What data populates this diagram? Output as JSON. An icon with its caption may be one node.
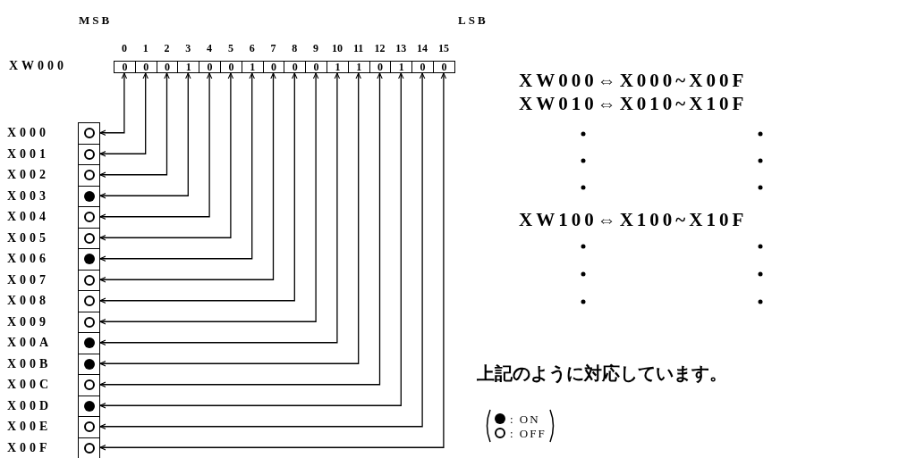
{
  "diagram": {
    "nodes": [
      {
        "text": [
          "0"
        ],
        "beside": [
          "0"
        ]
      },
      {
        "text": [
          "0"
        ],
        "beside": [
          "1"
        ]
      },
      {
        "text": [
          "0"
        ],
        "beside": [
          "2"
        ]
      },
      {
        "text": [
          "1"
        ],
        "beside": [
          "3"
        ]
      },
      {
        "text": [
          "0"
        ],
        "beside": [
          "4"
        ]
      },
      {
        "text": [
          "0"
        ],
        "beside": [
          "5"
        ]
      },
      {
        "text": [
          "1"
        ],
        "beside": [
          "6"
        ]
      },
      {
        "text": [
          "0"
        ],
        "beside": [
          "7"
        ]
      },
      {
        "text": [
          "0"
        ],
        "beside": [
          "8"
        ]
      },
      {
        "text": [
          "0"
        ],
        "beside": [
          "9"
        ]
      },
      {
        "text": [
          "1"
        ],
        "beside": [
          "10"
        ]
      },
      {
        "text": [
          "1"
        ],
        "beside": [
          "11"
        ]
      },
      {
        "text": [
          "0"
        ],
        "beside": [
          "12"
        ]
      },
      {
        "text": [
          "1"
        ],
        "beside": [
          "13"
        ]
      },
      {
        "text": [
          "0"
        ],
        "beside": [
          "14"
        ]
      },
      {
        "text": [
          "0"
        ],
        "beside": [
          "15"
        ]
      },
      {
        "text": [],
        "shape": "circle",
        "beside": [
          "X000"
        ]
      },
      {
        "text": [],
        "shape": "circle",
        "beside": [
          "X001"
        ]
      },
      {
        "text": [],
        "shape": "circle",
        "beside": [
          "X002"
        ]
      },
      {
        "text": [],
        "shape": "dot",
        "beside": [
          "X003"
        ]
      },
      {
        "text": [],
        "shape": "circle",
        "beside": [
          "X004"
        ]
      },
      {
        "text": [],
        "shape": "circle",
        "beside": [
          "X005"
        ]
      },
      {
        "text": [],
        "shape": "dot",
        "beside": [
          "X006"
        ]
      },
      {
        "text": [],
        "shape": "circle",
        "beside": [
          "X007"
        ]
      },
      {
        "text": [],
        "shape": "circle",
        "beside": [
          "X008"
        ]
      },
      {
        "text": [],
        "shape": "circle",
        "beside": [
          "X009"
        ]
      },
      {
        "text": [],
        "shape": "dot",
        "beside": [
          "X00A"
        ]
      },
      {
        "text": [],
        "shape": "dot",
        "beside": [
          "X00B"
        ]
      },
      {
        "text": [],
        "shape": "circle",
        "beside": [
          "X00C"
        ]
      },
      {
        "text": [],
        "shape": "dot",
        "beside": [
          "X00D"
        ]
      },
      {
        "text": [],
        "shape": "circle",
        "beside": [
          "X00E"
        ]
      },
      {
        "text": [],
        "shape": "circle",
        "beside": [
          "X00F"
        ]
      }
    ],
    "edges": [
      {
        "from": 0,
        "to": 16,
        "arrow": "both"
      },
      {
        "from": 1,
        "to": 17,
        "arrow": "both"
      },
      {
        "from": 2,
        "to": 18,
        "arrow": "both"
      },
      {
        "from": 3,
        "to": 19,
        "arrow": "both"
      },
      {
        "from": 4,
        "to": 20,
        "arrow": "both"
      },
      {
        "from": 5,
        "to": 21,
        "arrow": "both"
      },
      {
        "from": 6,
        "to": 22,
        "arrow": "both"
      },
      {
        "from": 7,
        "to": 23,
        "arrow": "both"
      },
      {
        "from": 8,
        "to": 24,
        "arrow": "both"
      },
      {
        "from": 9,
        "to": 25,
        "arrow": "both"
      },
      {
        "from": 10,
        "to": 26,
        "arrow": "both"
      },
      {
        "from": 11,
        "to": 27,
        "arrow": "both"
      },
      {
        "from": 12,
        "to": 28,
        "arrow": "both"
      },
      {
        "from": 13,
        "to": 29,
        "arrow": "both"
      },
      {
        "from": 14,
        "to": 30,
        "arrow": "both"
      },
      {
        "from": 15,
        "to": 31,
        "arrow": "both"
      }
    ],
    "labels": [
      "MSB",
      "LSB",
      "XW000",
      "XW000⇔X000~X00F",
      "XW010⇔X010~X10F",
      "XW100⇔X100~X10F",
      "上記のように対応しています。"
    ],
    "legend": [
      {
        "text": ": ON"
      },
      {
        "text": ": OFF"
      }
    ]
  }
}
